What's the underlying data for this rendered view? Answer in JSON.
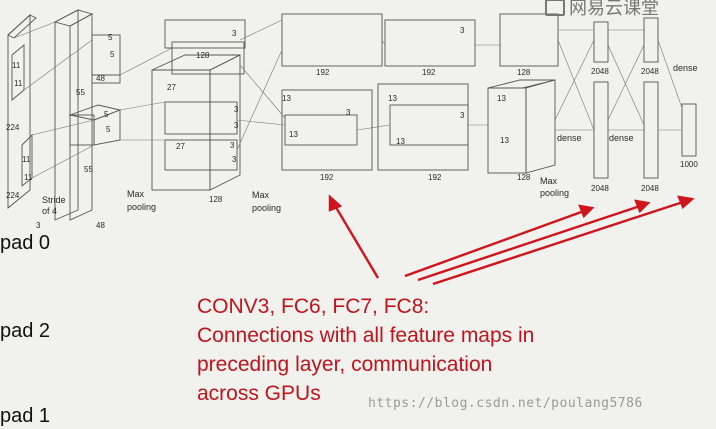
{
  "labels": {
    "input_224_a": "224",
    "input_224_b": "224",
    "input_11_a": "11",
    "input_11_b": "11",
    "input_11_c": "11",
    "input_11_d": "11",
    "stride": "Stride",
    "of4": "of 4",
    "three": "3",
    "d55_a": "55",
    "d55_b": "55",
    "d48_a": "48",
    "d48_b": "48",
    "k5_a": "5",
    "k5_b": "5",
    "k5_c": "5",
    "k5_d": "5",
    "k3_a": "3",
    "k3_b": "3",
    "k3_c": "3",
    "k3_d": "3",
    "k3_e": "3",
    "k3_f": "3",
    "k3_g": "3",
    "k3_h": "3",
    "d27_a": "27",
    "d27_b": "27",
    "d128_a": "128",
    "d128_b": "128",
    "d128_c": "128",
    "d128_d": "128",
    "d13_a": "13",
    "d13_b": "13",
    "d13_c": "13",
    "d13_d": "13",
    "d13_e": "13",
    "d13_f": "13",
    "d192_a": "192",
    "d192_b": "192",
    "d192_c": "192",
    "d192_d": "192",
    "maxpool1": [
      "Max",
      "pooling"
    ],
    "maxpool2": [
      "Max",
      "pooling"
    ],
    "maxpool3": [
      "Max",
      "pooling"
    ],
    "dense_a": "dense",
    "dense_b": "dense",
    "dense_c": "dense",
    "d2048_a": "2048",
    "d2048_b": "2048",
    "d2048_c": "2048",
    "d2048_d": "2048",
    "d1000": "1000"
  },
  "pads": [
    "pad 0",
    "pad 2",
    "pad 1"
  ],
  "annotation": [
    "CONV3, FC6, FC7, FC8:",
    "Connections with all feature maps in",
    "preceding layer, communication",
    "across GPUs"
  ],
  "watermark": "https://blog.csdn.net/poulang5786",
  "logo_text": "网易云课堂",
  "colors": {
    "annotation": "#c0141c",
    "arrow": "#d0141c",
    "line": "#555555"
  }
}
